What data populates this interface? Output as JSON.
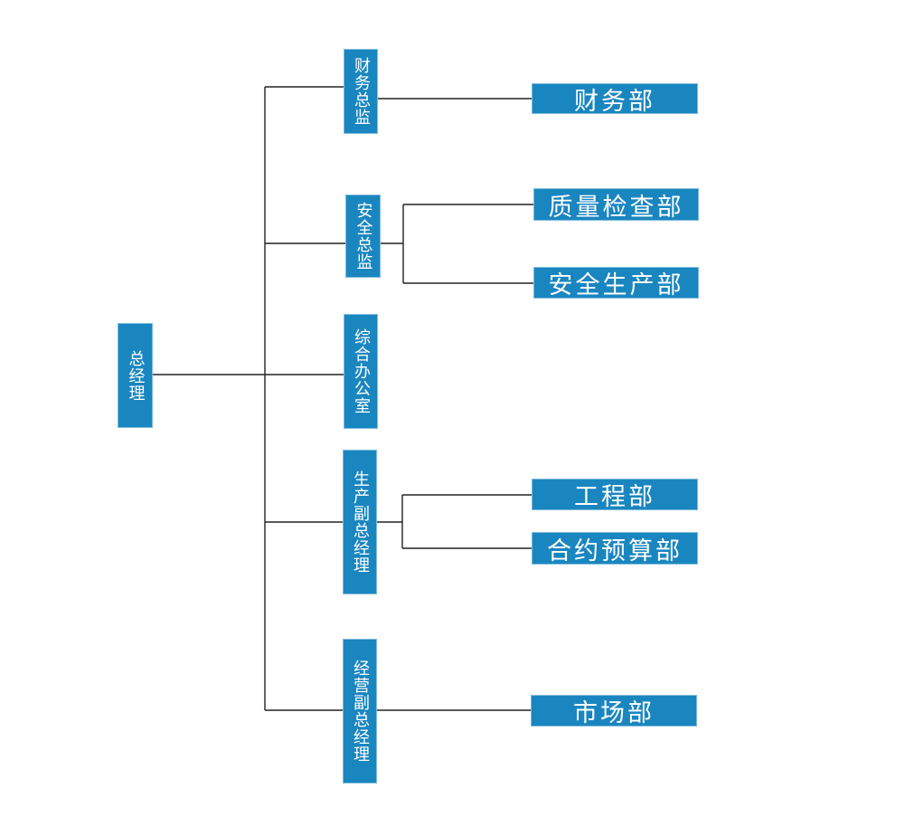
{
  "colors": {
    "node_fill": "#1a86c0",
    "node_text": "#ffffff",
    "connector": "#222222",
    "background": "#ffffff"
  },
  "root": {
    "label": "总经理"
  },
  "directors": [
    {
      "label": "财务总监"
    },
    {
      "label": "安全总监"
    },
    {
      "label": "综合办公室"
    },
    {
      "label": "生产副总经理"
    },
    {
      "label": "经营副总经理"
    }
  ],
  "departments": [
    {
      "label": "财务部",
      "parent": "财务总监"
    },
    {
      "label": "质量检查部",
      "parent": "安全总监"
    },
    {
      "label": "安全生产部",
      "parent": "安全总监"
    },
    {
      "label": "工程部",
      "parent": "生产副总经理"
    },
    {
      "label": "合约预算部",
      "parent": "生产副总经理"
    },
    {
      "label": "市场部",
      "parent": "经营副总经理"
    }
  ]
}
